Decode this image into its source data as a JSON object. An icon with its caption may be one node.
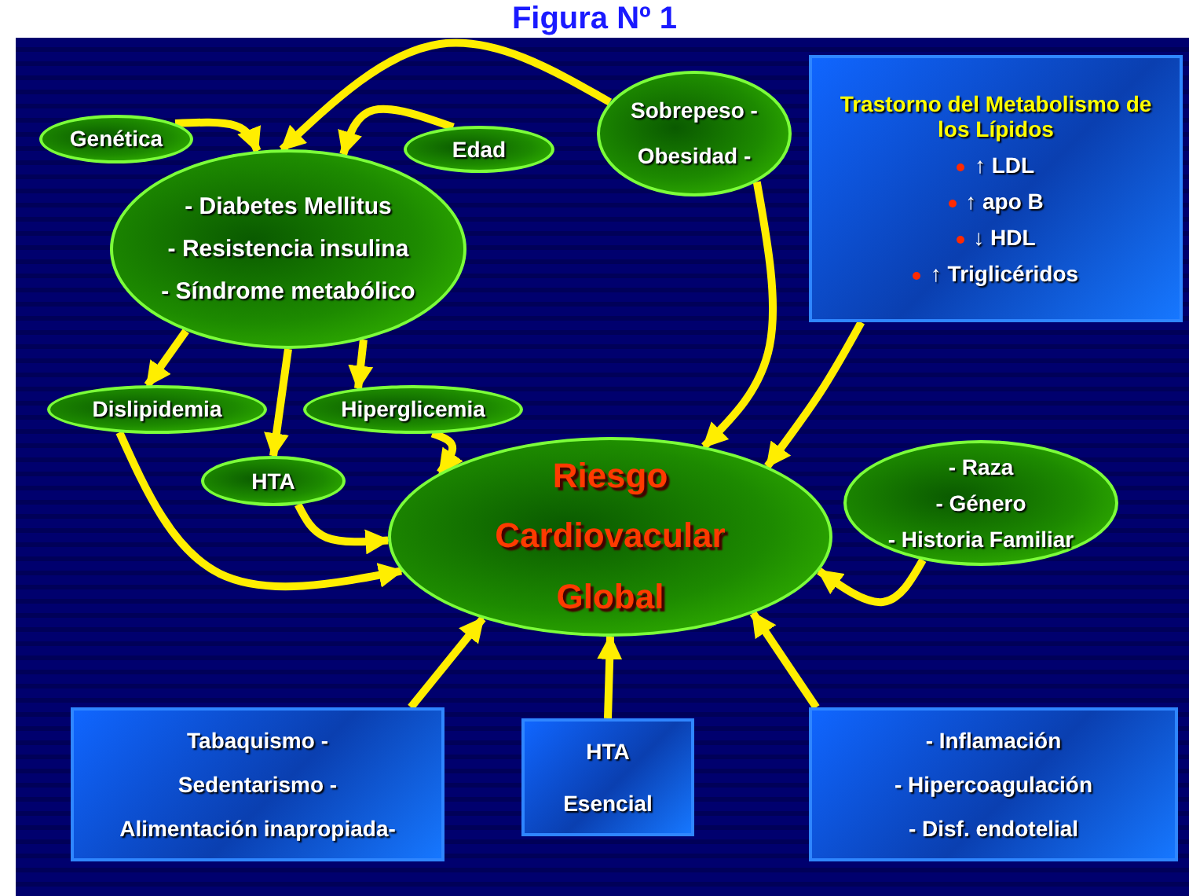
{
  "diagram": {
    "title": "Figura Nº 1",
    "nodes": [
      {
        "text": [
          "Genética"
        ]
      },
      {
        "text": [
          "Edad"
        ]
      },
      {
        "text": [
          "Sobrepeso - Obesidad -"
        ]
      },
      {
        "text": [
          "- Diabetes Mellitus",
          "- Resistencia insulina",
          "- Síndrome metabólico"
        ]
      },
      {
        "text": [
          "Trastorno del Metabolismo de los Lípidos",
          "↑ LDL",
          "↑ apo B",
          "↓ HDL",
          "↑ Triglicéridos"
        ]
      },
      {
        "text": [
          "Dislipidemia"
        ]
      },
      {
        "text": [
          "Hiperglicemia"
        ]
      },
      {
        "text": [
          "HTA"
        ]
      },
      {
        "text": [
          "Riesgo Cardiovacular Global"
        ]
      },
      {
        "text": [
          "- Raza",
          "- Género",
          "- Historia Familiar"
        ]
      },
      {
        "text": [
          "Tabaquismo -",
          "Sedentarismo -",
          "Alimentación inapropiada-"
        ]
      },
      {
        "text": [
          "HTA Esencial"
        ]
      },
      {
        "text": [
          "- Inflamación",
          "- Hipercoagulación",
          "- Disf. endotelial"
        ]
      }
    ],
    "edges": [
      {
        "from": 0,
        "to": 3,
        "arrow": "to"
      },
      {
        "from": 1,
        "to": 3,
        "arrow": "to"
      },
      {
        "from": 2,
        "to": 3,
        "arrow": "to"
      },
      {
        "from": 2,
        "to": 8,
        "arrow": "to"
      },
      {
        "from": 4,
        "to": 8,
        "arrow": "to"
      },
      {
        "from": 3,
        "to": 5,
        "arrow": "to"
      },
      {
        "from": 3,
        "to": 7,
        "arrow": "to"
      },
      {
        "from": 3,
        "to": 6,
        "arrow": "to"
      },
      {
        "from": 5,
        "to": 8,
        "arrow": "to"
      },
      {
        "from": 6,
        "to": 8,
        "arrow": "to"
      },
      {
        "from": 7,
        "to": 8,
        "arrow": "to"
      },
      {
        "from": 9,
        "to": 8,
        "arrow": "to"
      },
      {
        "from": 10,
        "to": 8,
        "arrow": "to"
      },
      {
        "from": 11,
        "to": 8,
        "arrow": "to"
      },
      {
        "from": 12,
        "to": 8,
        "arrow": "to"
      }
    ]
  }
}
